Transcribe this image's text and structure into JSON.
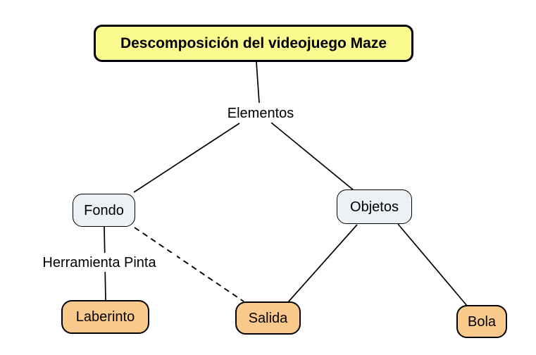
{
  "diagram": {
    "title": {
      "label": "Descomposición del videojuego Maze"
    },
    "nodes": {
      "elementos": {
        "label": "Elementos",
        "type": "text"
      },
      "fondo": {
        "label": "Fondo",
        "type": "box"
      },
      "objetos": {
        "label": "Objetos",
        "type": "box"
      },
      "laberinto": {
        "label": "Laberinto",
        "type": "leaf"
      },
      "salida": {
        "label": "Salida",
        "type": "leaf"
      },
      "bola": {
        "label": "Bola",
        "type": "leaf"
      }
    },
    "edge_labels": {
      "herramienta_pinta": {
        "label": "Herramienta Pinta"
      }
    },
    "edges": [
      {
        "from": "title",
        "to": "elementos",
        "style": "solid"
      },
      {
        "from": "elementos",
        "to": "fondo",
        "style": "solid"
      },
      {
        "from": "elementos",
        "to": "objetos",
        "style": "solid"
      },
      {
        "from": "fondo",
        "to": "laberinto",
        "style": "solid",
        "label": "Herramienta Pinta"
      },
      {
        "from": "fondo",
        "to": "salida",
        "style": "dashed"
      },
      {
        "from": "objetos",
        "to": "salida",
        "style": "solid"
      },
      {
        "from": "objetos",
        "to": "bola",
        "style": "solid"
      }
    ],
    "colors": {
      "title-bg": "#FAFA8F",
      "node-bg": "#EBF1F4",
      "leaf-bg": "#FAC98C",
      "stroke": "#000000",
      "text": "#000000",
      "background": "#FFFFFF"
    }
  }
}
